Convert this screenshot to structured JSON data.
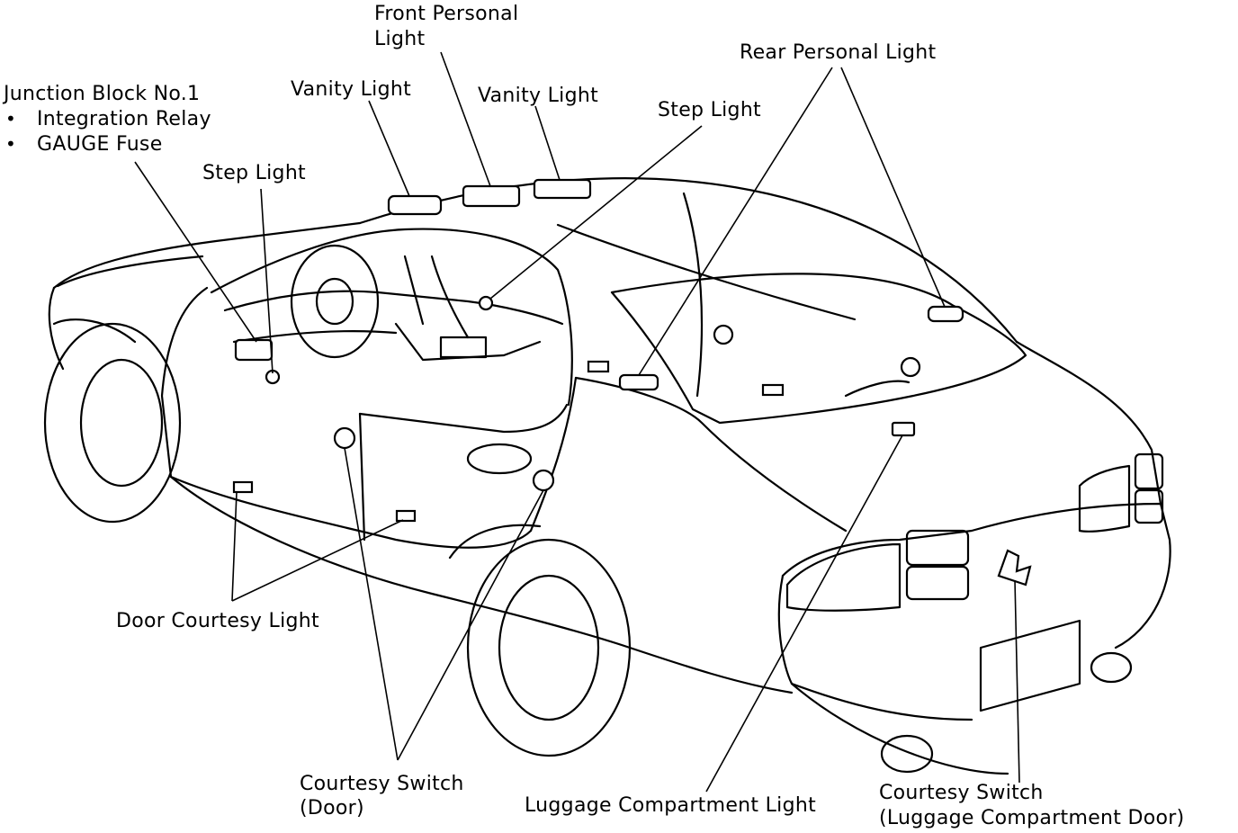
{
  "labels": {
    "junction_block": "Junction Block No.1",
    "integration_relay": "Integration Relay",
    "gauge_fuse": "GAUGE Fuse",
    "bullet": "•",
    "vanity_light_left": "Vanity Light",
    "front_personal_line1": "Front Personal",
    "front_personal_line2": "Light",
    "vanity_light_right": "Vanity Light",
    "step_light_left": "Step Light",
    "step_light_right": "Step Light",
    "rear_personal_light": "Rear Personal Light",
    "door_courtesy_light": "Door Courtesy Light",
    "courtesy_switch_door_line1": "Courtesy Switch",
    "courtesy_switch_door_line2": "(Door)",
    "luggage_compartment_light": "Luggage Compartment Light",
    "courtesy_switch_luggage_line1": "Courtesy Switch",
    "courtesy_switch_luggage_line2": "(Luggage Compartment Door)"
  }
}
